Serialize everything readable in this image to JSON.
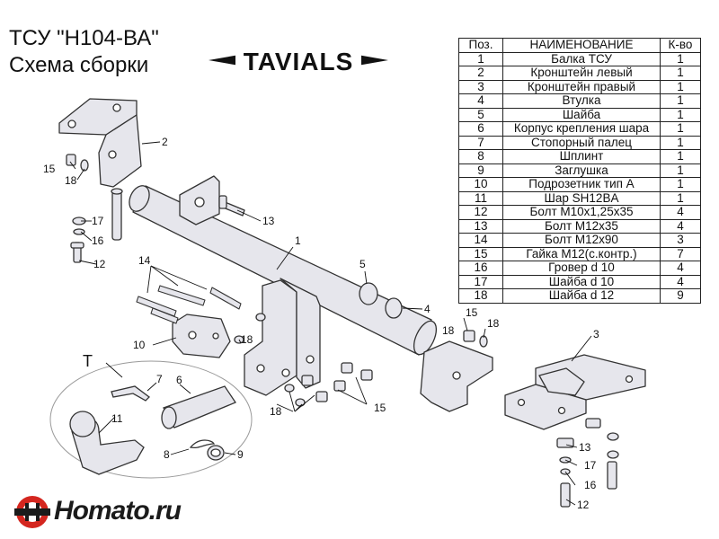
{
  "header": {
    "title_line1": "ТСУ  \"Н104-ВА\"",
    "title_line2": "Схема сборки"
  },
  "logo_text": "TAVIALS",
  "table": {
    "headers": [
      "Поз.",
      "НАИМЕНОВАНИЕ",
      "К-во"
    ],
    "rows": [
      [
        "1",
        "Балка ТСУ",
        "1"
      ],
      [
        "2",
        "Кронштейн левый",
        "1"
      ],
      [
        "3",
        "Кронштейн правый",
        "1"
      ],
      [
        "4",
        "Втулка",
        "1"
      ],
      [
        "5",
        "Шайба",
        "1"
      ],
      [
        "6",
        "Корпус крепления шара",
        "1"
      ],
      [
        "7",
        "Стопорный палец",
        "1"
      ],
      [
        "8",
        "Шплинт",
        "1"
      ],
      [
        "9",
        "Заглушка",
        "1"
      ],
      [
        "10",
        "Подрозетник тип А",
        "1"
      ],
      [
        "11",
        "Шар SH12BA",
        "1"
      ],
      [
        "12",
        "Болт М10х1,25х35",
        "4"
      ],
      [
        "13",
        "Болт М12х35",
        "4"
      ],
      [
        "14",
        "Болт М12х90",
        "3"
      ],
      [
        "15",
        "Гайка М12(с.контр.)",
        "7"
      ],
      [
        "16",
        "Гровер d 10",
        "4"
      ],
      [
        "17",
        "Шайба d 10",
        "4"
      ],
      [
        "18",
        "Шайба d 12",
        "9"
      ]
    ]
  },
  "callouts": {
    "c1": "1",
    "c2": "2",
    "c3": "3",
    "c4": "4",
    "c5": "5",
    "c6": "6",
    "c7": "7",
    "c8": "8",
    "c9": "9",
    "c10": "10",
    "c11": "11",
    "c12a": "12",
    "c12b": "12",
    "c13a": "13",
    "c13b": "13",
    "c14": "14",
    "c15a": "15",
    "c15b": "15",
    "c15c": "15",
    "c16a": "16",
    "c16b": "16",
    "c17a": "17",
    "c17b": "17",
    "c18a": "18",
    "c18b": "18",
    "c18c": "18",
    "c18d": "18",
    "c18e": "18",
    "cT": "T"
  },
  "watermark": "Homato.ru",
  "colors": {
    "part_fill": "#e6e6ec",
    "part_stroke": "#333333",
    "brand_red": "#d4261f"
  }
}
